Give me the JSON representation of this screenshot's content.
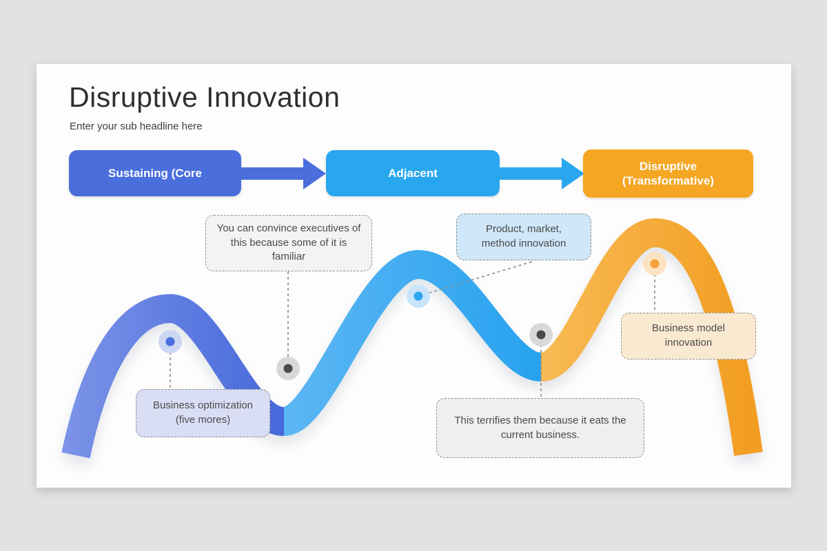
{
  "background": {
    "page_bg": "#e3e2e1",
    "slide_bg": "#fdfdfd"
  },
  "header": {
    "title": "Disruptive Innovation",
    "subtitle": "Enter your sub headline here"
  },
  "stages": [
    {
      "label": "Sustaining (Core",
      "color": "#4a6fdc"
    },
    {
      "label": "Adjacent",
      "color": "#29a7ee"
    },
    {
      "label": "Disruptive (Transformative)",
      "color": "#f5a623"
    }
  ],
  "wave": {
    "colors": {
      "sustaining_start": "#7b93e8",
      "sustaining_end": "#4568da",
      "adjacent_start": "#5cb6f3",
      "adjacent_end": "#27a2ef",
      "disruptive_start": "#f8ba55",
      "disruptive_end": "#f29e22"
    },
    "markers": [
      {
        "name": "sustaining-peak",
        "dot": "#4a6fdc",
        "halo": "#ccd7f3"
      },
      {
        "name": "trough-1",
        "dot": "#4a4a4a",
        "halo": "#d8d8d8"
      },
      {
        "name": "adjacent-peak",
        "dot": "#2ba4f0",
        "halo": "#c8e4fa"
      },
      {
        "name": "trough-2",
        "dot": "#4a4a4a",
        "halo": "#d8d8d8"
      },
      {
        "name": "disruptive-peak",
        "dot": "#f2a238",
        "halo": "#fbe3c2"
      }
    ],
    "connector_color": "#8a8a8a"
  },
  "callouts": [
    {
      "id": "convince",
      "text": "You can convince executives of this because some of it is familiar",
      "bg": "#f3f3f3"
    },
    {
      "id": "product",
      "text": "Product, market, method innovation",
      "bg": "#cfe7f8"
    },
    {
      "id": "optimization",
      "text": "Business optimization (five mores)",
      "bg": "#d9def5"
    },
    {
      "id": "terrifies",
      "text": "This terrifies them because it eats the current business.",
      "bg": "#efefef"
    },
    {
      "id": "model",
      "text": "Business model innovation",
      "bg": "#fae9d1"
    }
  ]
}
